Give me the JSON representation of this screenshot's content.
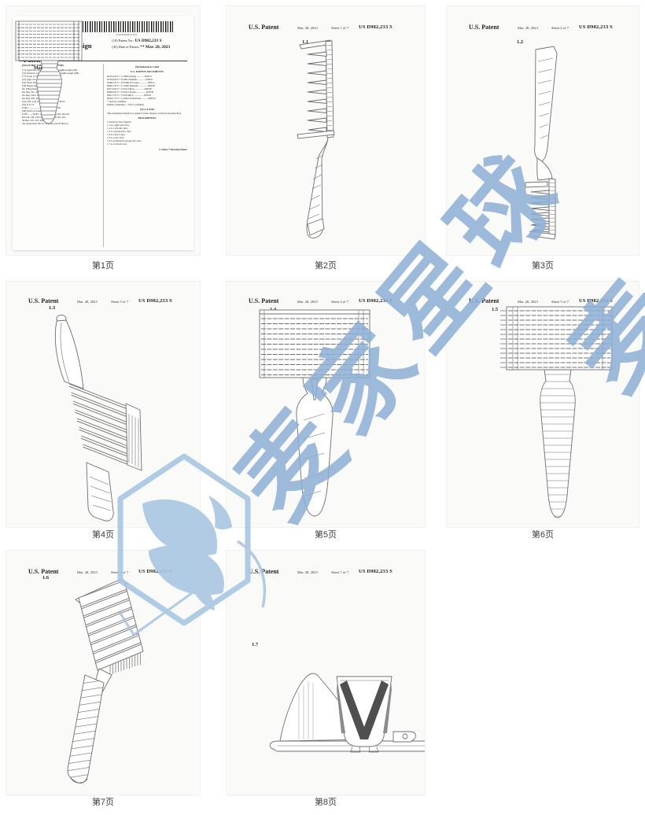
{
  "watermark": {
    "text": "麦家星球",
    "partial_char": "麦",
    "text_color": "rgba(140,174,213,0.85)",
    "logo_color": "#a9c6e2",
    "logo": "hexagon-leaf-logo"
  },
  "captions": [
    "第1页",
    "第2页",
    "第3页",
    "第4页",
    "第5页",
    "第6页",
    "第7页",
    "第8页"
  ],
  "sheet_header": {
    "label": "U.S. Patent",
    "date": "Mar. 28, 2023",
    "number": "US D982,233 S"
  },
  "sheets": [
    {
      "sheet": "Sheet 1 of 7",
      "fig": "1.1"
    },
    {
      "sheet": "Sheet 2 of 7",
      "fig": "1.2"
    },
    {
      "sheet": "Sheet 3 of 7",
      "fig": "1.3"
    },
    {
      "sheet": "Sheet 4 of 7",
      "fig": "1.4"
    },
    {
      "sheet": "Sheet 5 of 7",
      "fig": "1.5"
    },
    {
      "sheet": "Sheet 6 of 7",
      "fig": "1.6"
    },
    {
      "sheet": "Sheet 7 of 7",
      "fig": "1.7"
    }
  ],
  "front_page": {
    "barcode_text": "USOOD982233S",
    "doc_code": "(12)",
    "doc_title": "United States Design Patent",
    "inventor_surname": "Marson",
    "patent_no_label": "(10) Patent No.:",
    "patent_no": "US D982,233 S",
    "date_label": "(45) Date of Patent:",
    "date_value": "** Mar. 28, 2023",
    "title_line": "(54) GUIDE FOR HAIR CLIPPERS",
    "left_column": "(71) Applicant: Polash Gizmo Ltd., Loughborough (GB)\n(72) Inventor: Joseph James Marson, Loughborough (GB)\n(**) Term: 15 Years\n(21) Appl. No.: 29/813,291\n(22) Filed: Oct. 28, 2021\n(30) Hague Agreement Data\nInt. Filing Date: Oct. 29, 2021\nInt. Reg. No.: DM/217897\nInt. Reg. Date: Oct. 29, 2021\nInt. Reg. Pub. Date: Dec. 24, 2021\n(51) LOC (14) Cl. .............................. 28-03\n(52) U.S. Cl.\nUSPC ....................................... D28/28\n(58) Field of Classification Search\nUSPC ...... D28/7, 20, 21, 26, 29, 54-56; D4/116,\nD4/134-138; 132/148, 212-219; 30/195, 201,\n30/204, 210, 223; 606/131, 133\nSee application file for complete search history.",
    "right_column": {
      "references_heading": "(56)  References Cited",
      "us_docs_title": "U.S. PATENT DOCUMENTS",
      "references": "D219,410 S * 1/1968 Sterling ............ D28/21\nD270,620 S * 9/1983 Williams ............ D28/21\nD286,347 S * 10/1986 O'Connor ............ D28/21\nD600,133 S * 11/1995 Demann .............. D28/56\nD672,502 S * 2/2012 Oliver .............. D28/56\nD848,425 S * 10/2012 Rogers .............. D28/56\nD857,737 S * 7/2013 Bird ................ D28/56\nD876,715 S * 11/2022 Swinnerton .......... D28/56",
      "cited_note": "* cited by examiner",
      "examiner": "Primary Examiner — Erica C Bennett",
      "claim_heading": "(57)  CLAIM",
      "claim_text": "The ornamental design for a guide for hair clippers, as shown and described.",
      "description_title": "DESCRIPTION",
      "description": "1 Guide for hair clippers:\n1.1 is a right side view;\n1.2 is a left side view;\n1.3 is a perspective view;\n1.4 is a front view;\n1.5 is a rear view;\n1.6 is an alternate perspective view;\n1.7 is a bottom view.",
      "sheets_note": "1 Claim, 7 Drawing Sheets"
    }
  }
}
